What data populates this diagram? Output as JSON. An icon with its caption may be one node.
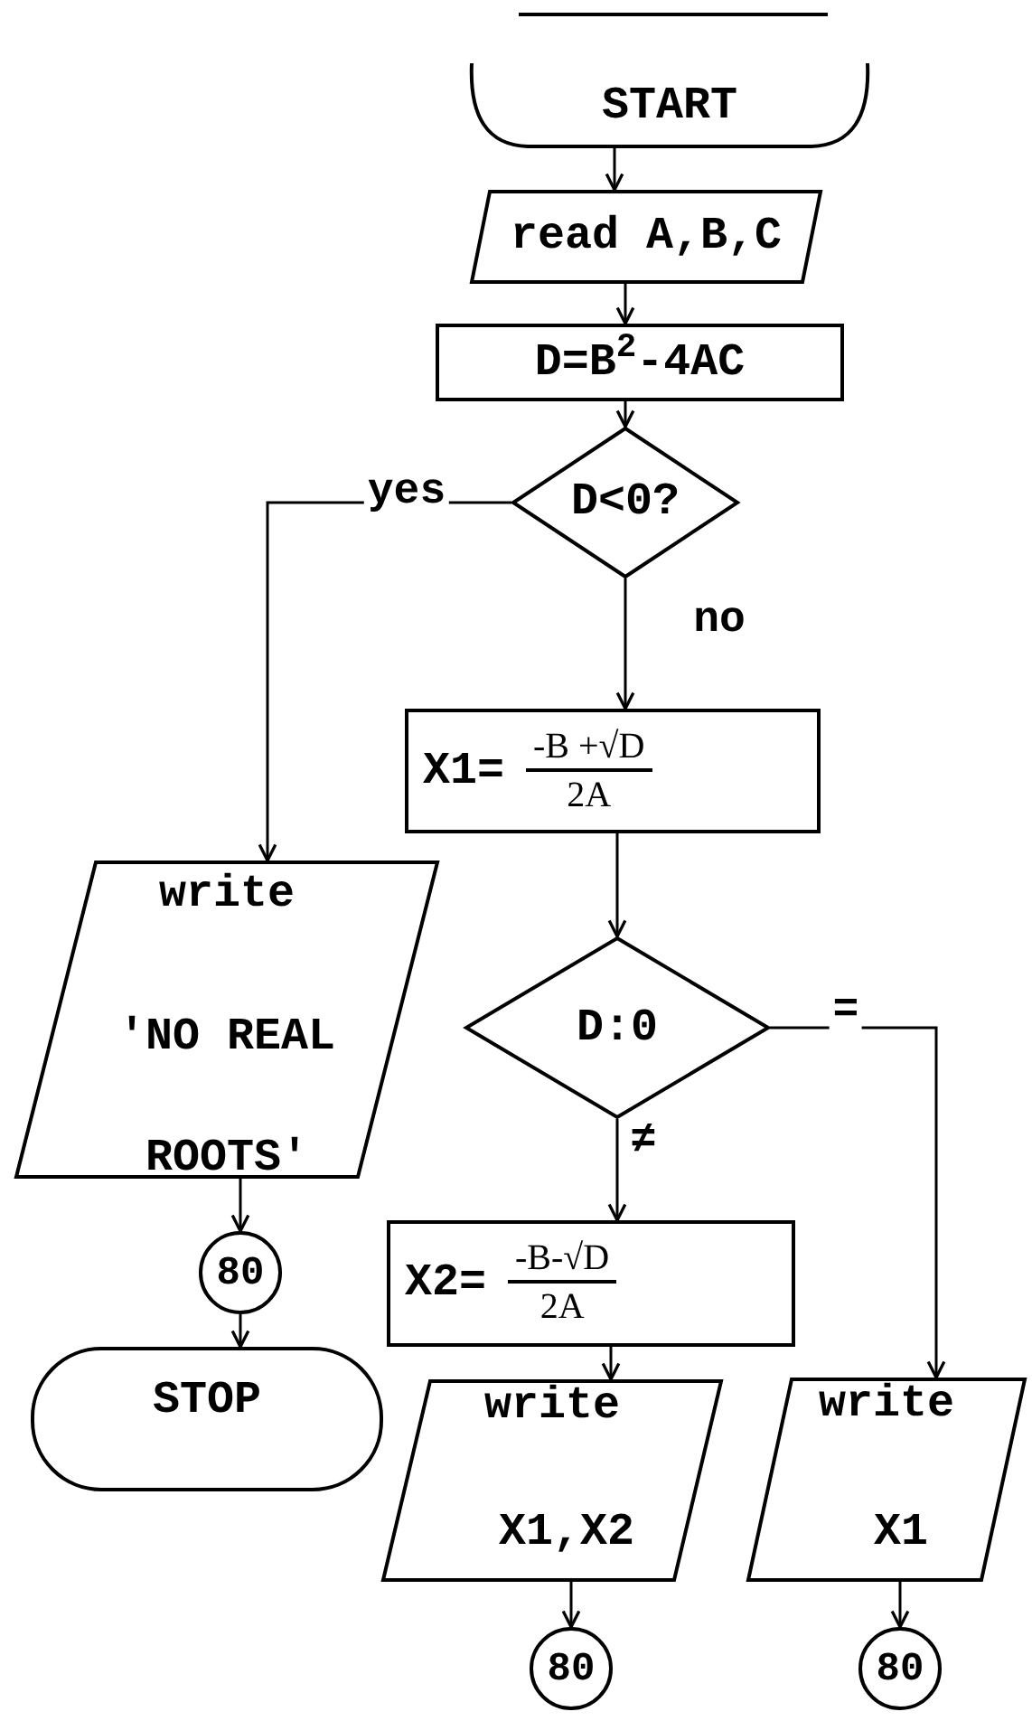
{
  "diagram": {
    "nodes": [
      {
        "text": [
          "START"
        ]
      },
      {
        "text": [
          "read A,B,C"
        ]
      },
      {
        "text": [
          "D=B$^{2}$-4AC"
        ]
      },
      {
        "text": [
          "D<0?"
        ]
      },
      {
        "text": [
          "X1=",
          "-B +√D",
          "2A"
        ]
      },
      {
        "text": [
          "write",
          "'NO REAL ROOTS'"
        ]
      },
      {
        "text": [
          "D:0"
        ]
      },
      {
        "text": [
          "80"
        ]
      },
      {
        "text": [
          "STOP"
        ]
      },
      {
        "text": [
          "X2=",
          "-B-√D",
          "2A"
        ]
      },
      {
        "text": [
          "write",
          "X1,X2"
        ]
      },
      {
        "text": [
          "write",
          "X1"
        ]
      },
      {
        "text": [
          "80"
        ]
      },
      {
        "text": [
          "80"
        ]
      }
    ],
    "edges": [
      {
        "from": 0,
        "to": 1,
        "arrow": "to"
      },
      {
        "from": 1,
        "to": 2,
        "arrow": "to"
      },
      {
        "from": 2,
        "to": 3,
        "arrow": "to"
      },
      {
        "from": 3,
        "to": 5,
        "arrow": "to",
        "label": "yes"
      },
      {
        "from": 3,
        "to": 4,
        "arrow": "to",
        "label": "no"
      },
      {
        "from": 4,
        "to": 6,
        "arrow": "to"
      },
      {
        "from": 6,
        "to": 9,
        "arrow": "to",
        "label": "≠"
      },
      {
        "from": 6,
        "to": 11,
        "arrow": "to",
        "label": "="
      },
      {
        "from": 5,
        "to": 7,
        "arrow": "to"
      },
      {
        "from": 7,
        "to": 8,
        "arrow": "to"
      },
      {
        "from": 9,
        "to": 10,
        "arrow": "to"
      },
      {
        "from": 10,
        "to": 12,
        "arrow": "to"
      },
      {
        "from": 11,
        "to": 13,
        "arrow": "to"
      }
    ]
  }
}
